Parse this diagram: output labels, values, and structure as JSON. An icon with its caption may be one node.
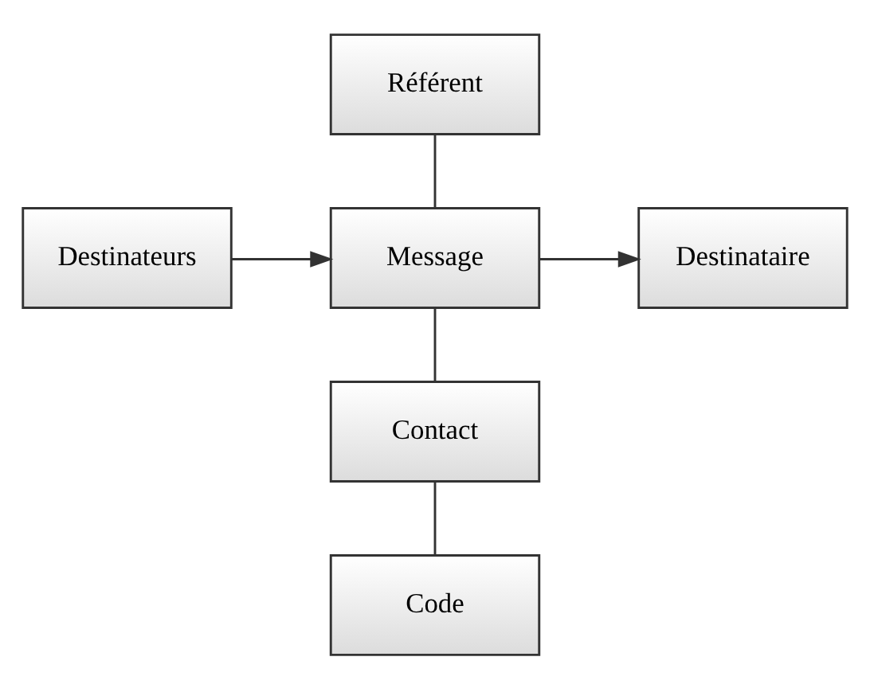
{
  "diagram": {
    "nodes": [
      {
        "text": [
          "Référent"
        ]
      },
      {
        "text": [
          "Destinateurs"
        ]
      },
      {
        "text": [
          "Message"
        ]
      },
      {
        "text": [
          "Destinataire"
        ]
      },
      {
        "text": [
          "Contact"
        ]
      },
      {
        "text": [
          "Code"
        ]
      }
    ],
    "edges": [
      {
        "from": 0,
        "to": 2,
        "arrow": "none"
      },
      {
        "from": 1,
        "to": 2,
        "arrow": "to"
      },
      {
        "from": 2,
        "to": 3,
        "arrow": "to"
      },
      {
        "from": 2,
        "to": 4,
        "arrow": "none"
      },
      {
        "from": 4,
        "to": 5,
        "arrow": "none"
      }
    ]
  }
}
